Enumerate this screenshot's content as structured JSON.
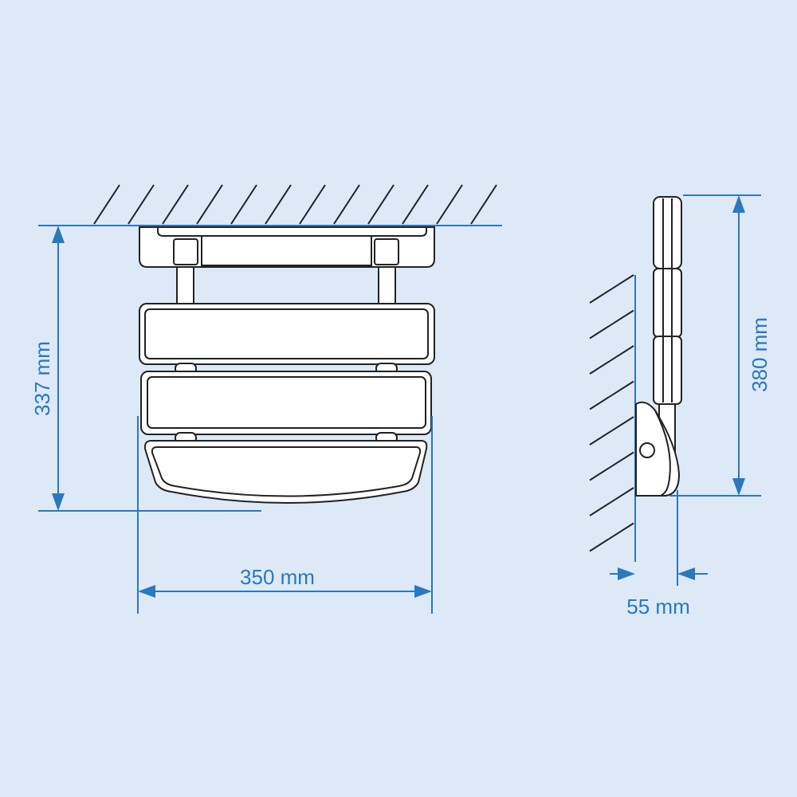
{
  "dimensions": {
    "height_front": "337 mm",
    "width_front": "350 mm",
    "height_side": "380 mm",
    "depth_side": "55 mm"
  },
  "colors": {
    "background": "#dde9f7",
    "dimension": "#2a78bd",
    "outline": "#222222"
  }
}
